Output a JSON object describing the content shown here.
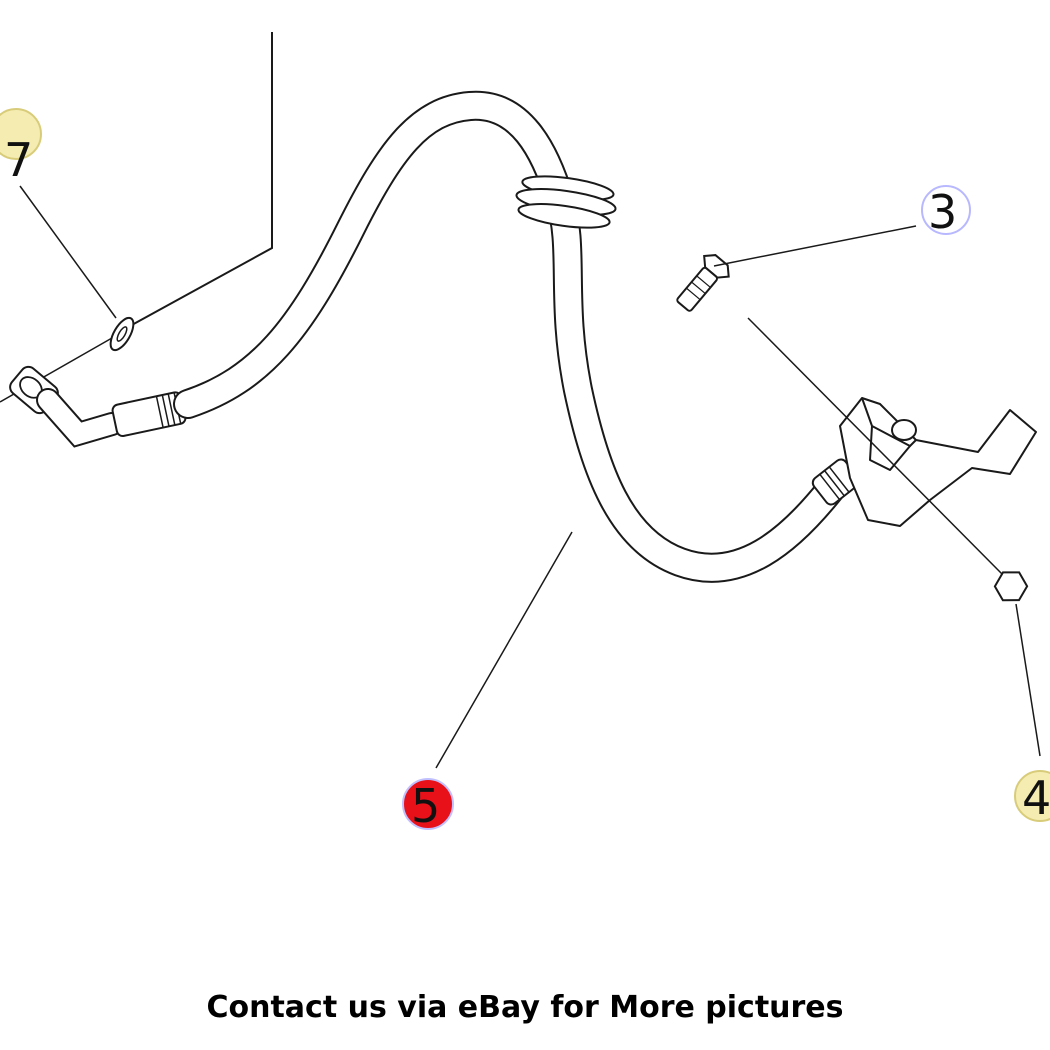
{
  "callouts": {
    "c3": {
      "label": "3",
      "fill": "#ffffff",
      "ring": "#b8b8ff"
    },
    "c4": {
      "label": "4",
      "fill": "#f4ecb0",
      "ring": "#d8cc7a"
    },
    "c5": {
      "label": "5",
      "fill": "#e8111a",
      "ring": "#c0c0ff"
    },
    "c7": {
      "label": "7",
      "fill": "#f4ecb0",
      "ring": "#d8cc7a"
    }
  },
  "footer": {
    "text": "Contact us via eBay for More pictures"
  },
  "colors": {
    "line": "#1a1a1a",
    "background": "#ffffff"
  }
}
